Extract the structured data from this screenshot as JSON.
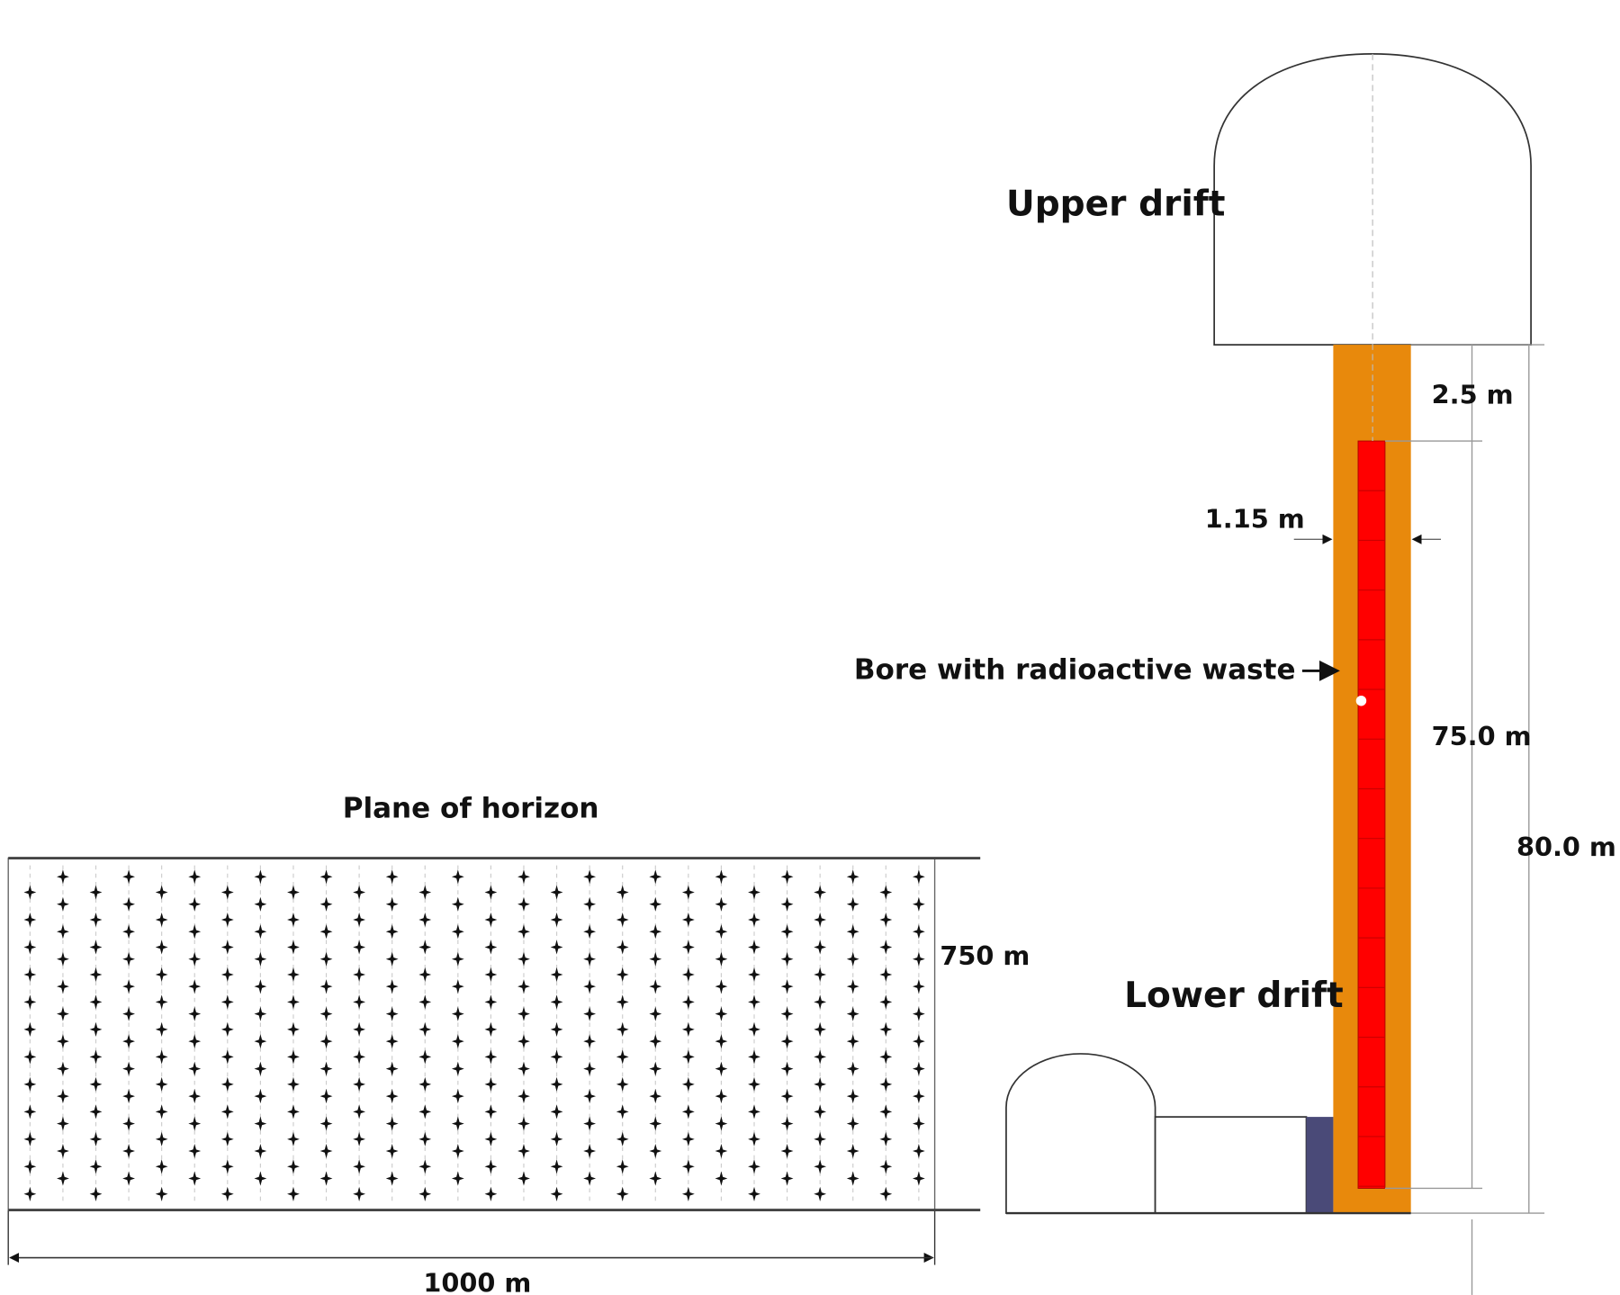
{
  "labels": {
    "upper_drift": "Upper drift",
    "lower_drift": "Lower drift",
    "bore": "Bore with radioactive waste",
    "plane": "Plane of horizon",
    "dim_top_gap": "2.5 m",
    "dim_width": "1.15 m",
    "dim_waste": "75.0 m",
    "dim_total": "80.0 m",
    "dim_plane_depth": "750 m",
    "dim_plane_width": "1000 m"
  },
  "colors": {
    "shaft": "#e8890c",
    "waste": "#ff0000",
    "plug": "#4a4a78"
  }
}
